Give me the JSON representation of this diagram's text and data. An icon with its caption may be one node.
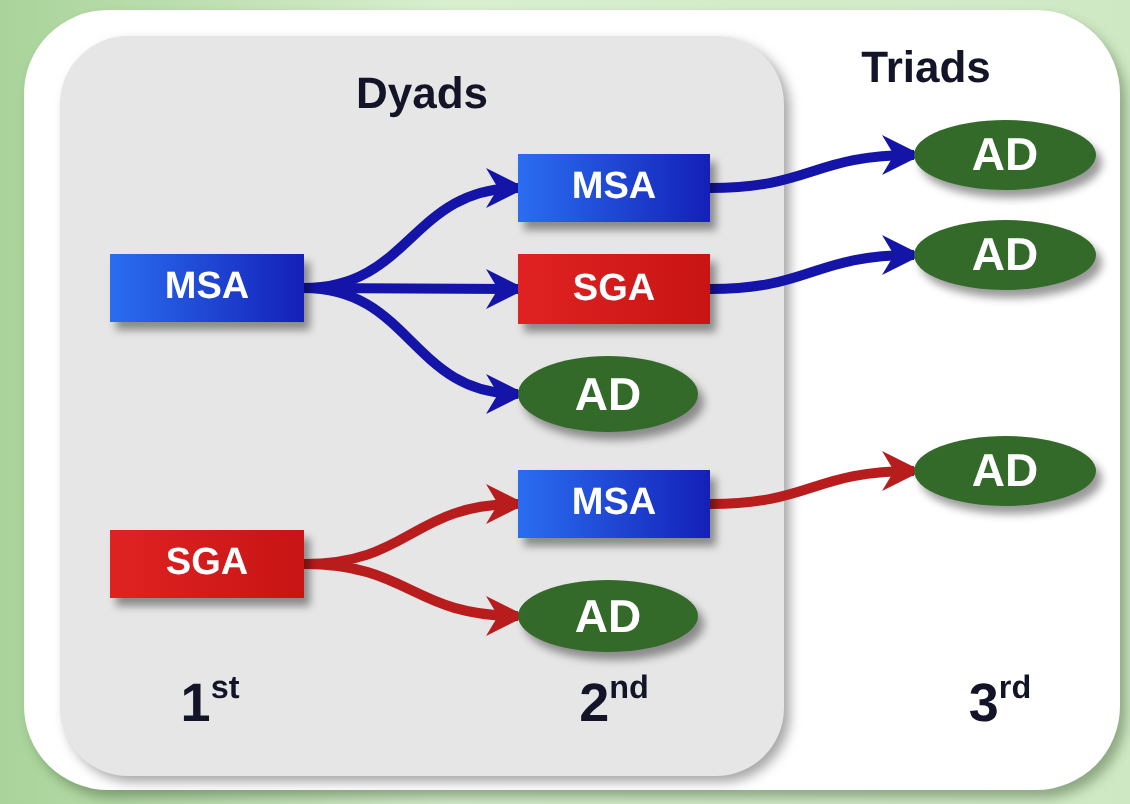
{
  "diagram": {
    "nodes": [
      {
        "text": [
          "Triads"
        ]
      },
      {
        "text": [
          "Dyads"
        ],
        "in": 0
      },
      {
        "text": [
          "MSA"
        ],
        "in": 1
      },
      {
        "text": [
          "SGA"
        ],
        "in": 1
      },
      {
        "text": [
          "MSA"
        ],
        "in": 1
      },
      {
        "text": [
          "SGA"
        ],
        "in": 1
      },
      {
        "text": [
          "AD"
        ],
        "in": 1
      },
      {
        "text": [
          "MSA"
        ],
        "in": 1
      },
      {
        "text": [
          "AD"
        ],
        "in": 1
      },
      {
        "text": [
          "AD"
        ],
        "in": 0
      },
      {
        "text": [
          "AD"
        ],
        "in": 0
      },
      {
        "text": [
          "AD"
        ],
        "in": 0
      }
    ],
    "edges": [
      {
        "from": 2,
        "to": 4,
        "arrow": "to"
      },
      {
        "from": 2,
        "to": 5,
        "arrow": "to"
      },
      {
        "from": 2,
        "to": 6,
        "arrow": "to"
      },
      {
        "from": 3,
        "to": 7,
        "arrow": "to",
        "color": "#b81c1c"
      },
      {
        "from": 3,
        "to": 8,
        "arrow": "to",
        "color": "#b81c1c"
      },
      {
        "from": 4,
        "to": 9,
        "arrow": "to"
      },
      {
        "from": 5,
        "to": 10,
        "arrow": "to"
      },
      {
        "from": 7,
        "to": 11,
        "arrow": "to",
        "color": "#b81c1c"
      }
    ],
    "labels": [
      "1$^{st}$",
      "2$^{nd}$",
      "3$^{rd}$"
    ]
  }
}
